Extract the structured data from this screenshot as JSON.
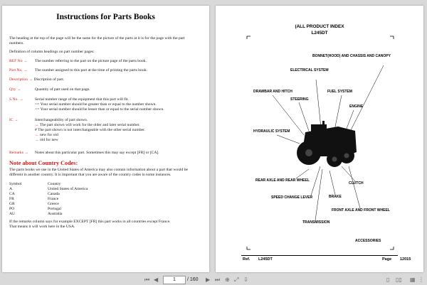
{
  "left_page": {
    "title": "Instructions for Parts Books",
    "intro_1": "The heading at the top of the page will be the same for the picture of the parts at it is for the page with the part",
    "intro_2": "numbers.",
    "definition": "Definition of column headings on part number pages:",
    "ref_label": "REF No",
    "ref_text": "The number referring to the part on the picture page of the parts book.",
    "part_label": "Part No.",
    "part_text": "The number assigned to this part at the time of printing the parts book.",
    "desc_label": "Description",
    "desc_text": "Discription of part.",
    "qty_label": "Q'ty",
    "qty_text": "Quantity of part used on that page.",
    "sno_label": "S.No.",
    "sno_text": "Serial number range of the equipment that this part will fit.",
    "sno_sub1": ">=   Your serial number should be greater than or equal to the number shown.",
    "sno_sub2": "<=   Your serial number should be lesser than or equal to the serial number shown.",
    "ic_label": "IC",
    "ic_text": "Interchangeability of part shown.",
    "ic_sub1": "       The part shown will work for the older and later serial number.",
    "ic_sub2": "#      The part shown is not interchangeable with the other serial number.",
    "ic_sub3": "       new for old",
    "ic_sub4": "       old for new",
    "remarks_label": "Remarks",
    "remarks_text": "Notes about this particular part. Sometimes this may say except [FR] or [CA].",
    "country_heading": "Note about Country Codes:",
    "country_1": "The parts books we use in the United States of America may also contain information about a part that would be",
    "country_2": "different in another country. It is important that you are aware of the country codes in some instances.",
    "symbol_header": "Symbol",
    "country_header": "Country",
    "codes": [
      {
        "symbol": "A",
        "country": "United States of America"
      },
      {
        "symbol": "CA",
        "country": "Canada"
      },
      {
        "symbol": "FR",
        "country": "France"
      },
      {
        "symbol": "GR",
        "country": "Greece"
      },
      {
        "symbol": "PO",
        "country": "Portugal"
      },
      {
        "symbol": "AU",
        "country": "Australia"
      }
    ],
    "note_1": "If the remarks column says for example EXCEPT [FR] this part works in all countries except France.",
    "note_2": "That means it will work here in the USA."
  },
  "right_page": {
    "header_1": "(ALL PRODUCT INDEX",
    "header_2": "L245DT",
    "labels": {
      "bonnet": "BONNET(HOOD) AND CHASSIS AND CANOPY",
      "electrical": "ELECTRICAL SYSTEM",
      "drawbar": "DRAWBAR AND HITCH",
      "fuel": "FUEL SYSTEM",
      "steering": "STEERING",
      "engine": "ENGINE",
      "hydraulic": "HYDRAULIC SYSTEM",
      "rear_axle": "REAR AXLE AND REAR WHEEL",
      "clutch": "CLUTCH",
      "speed": "SPEED CHANGE LEVER",
      "brake": "BRAKE",
      "front_axle": "FRONT AXLE AND FRONT WHEEL",
      "transmission": "TRANSMISSION",
      "accessories": "ACCESSORIES"
    },
    "footer_ref": "Ref.",
    "footer_model": "L245DT",
    "footer_page_label": "Page",
    "footer_page_num": "12015"
  },
  "toolbar": {
    "current_page": "1",
    "total": "/ 160"
  },
  "colors": {
    "label_red": "#cc1a1a",
    "viewer_bg": "#d9d9d9"
  }
}
